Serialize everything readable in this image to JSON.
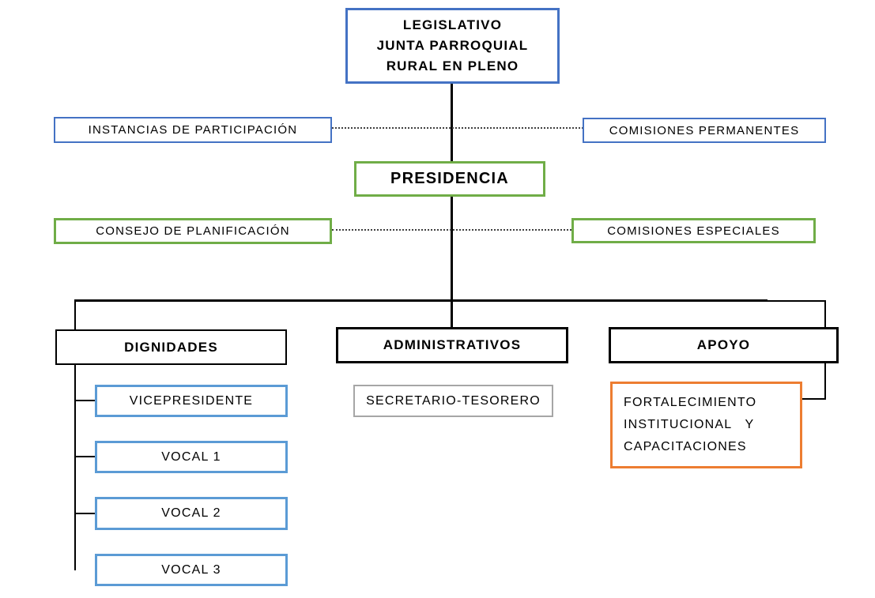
{
  "colors": {
    "blue": "#4472C4",
    "green": "#70AD47",
    "light_blue": "#5B9BD5",
    "orange": "#ED7D31",
    "gray": "#A6A6A6",
    "black": "#000000",
    "connector": "#000000",
    "dotted_connector": "#3F3F3F"
  },
  "nodes": {
    "legislativo": {
      "lines": [
        "LEGISLATIVO",
        "JUNTA PARROQUIAL",
        "RURAL EN PLENO"
      ],
      "border_color": "#4472C4"
    },
    "instancias": {
      "label": "INSTANCIAS DE PARTICIPACIÓN",
      "border_color": "#4472C4"
    },
    "comisiones_permanentes": {
      "label": "COMISIONES PERMANENTES",
      "border_color": "#4472C4"
    },
    "presidencia": {
      "label": "PRESIDENCIA",
      "border_color": "#70AD47"
    },
    "consejo_planificacion": {
      "label": "CONSEJO DE PLANIFICACIÓN",
      "border_color": "#70AD47"
    },
    "comisiones_especiales": {
      "label": "COMISIONES ESPECIALES",
      "border_color": "#70AD47"
    },
    "dignidades": {
      "label": "DIGNIDADES",
      "border_color": "#000000"
    },
    "administrativos": {
      "label": "ADMINISTRATIVOS",
      "border_color": "#000000"
    },
    "apoyo": {
      "label": "APOYO",
      "border_color": "#000000"
    },
    "vicepresidente": {
      "label": "VICEPRESIDENTE",
      "border_color": "#5B9BD5"
    },
    "vocal_1": {
      "label": "VOCAL 1",
      "border_color": "#5B9BD5"
    },
    "vocal_2": {
      "label": "VOCAL 2",
      "border_color": "#5B9BD5"
    },
    "vocal_3": {
      "label": "VOCAL 3",
      "border_color": "#5B9BD5"
    },
    "secretario_tesorero": {
      "label": "SECRETARIO-TESORERO",
      "border_color": "#A6A6A6"
    },
    "fortalecimiento": {
      "lines": [
        "FORTALECIMIENTO",
        "INSTITUCIONAL   Y",
        "CAPACITACIONES"
      ],
      "border_color": "#ED7D31"
    }
  }
}
